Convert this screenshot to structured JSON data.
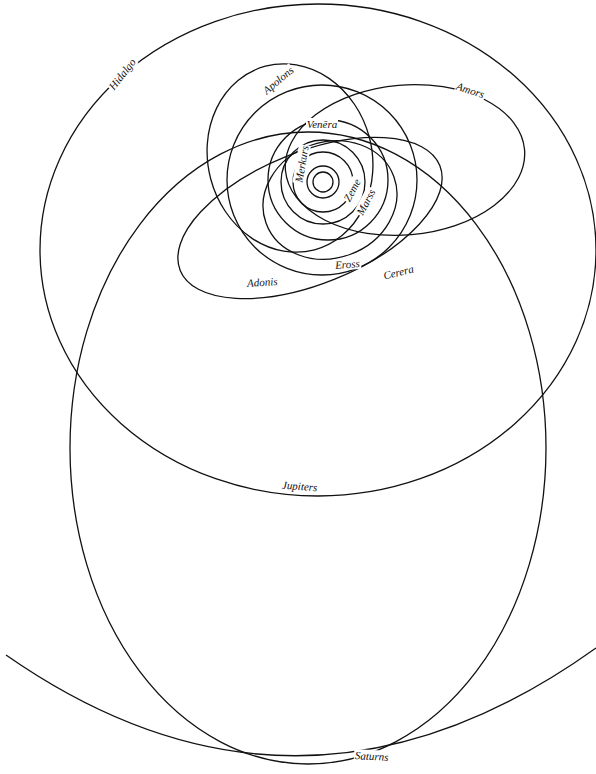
{
  "diagram": {
    "labels": [
      "Hidalgo",
      "Apolons",
      "Amors",
      "Venēra",
      "Merkurs",
      "Zeme",
      "Marss",
      "Eross",
      "Cerera",
      "Adonis",
      "Jupiters",
      "Saturns"
    ]
  }
}
